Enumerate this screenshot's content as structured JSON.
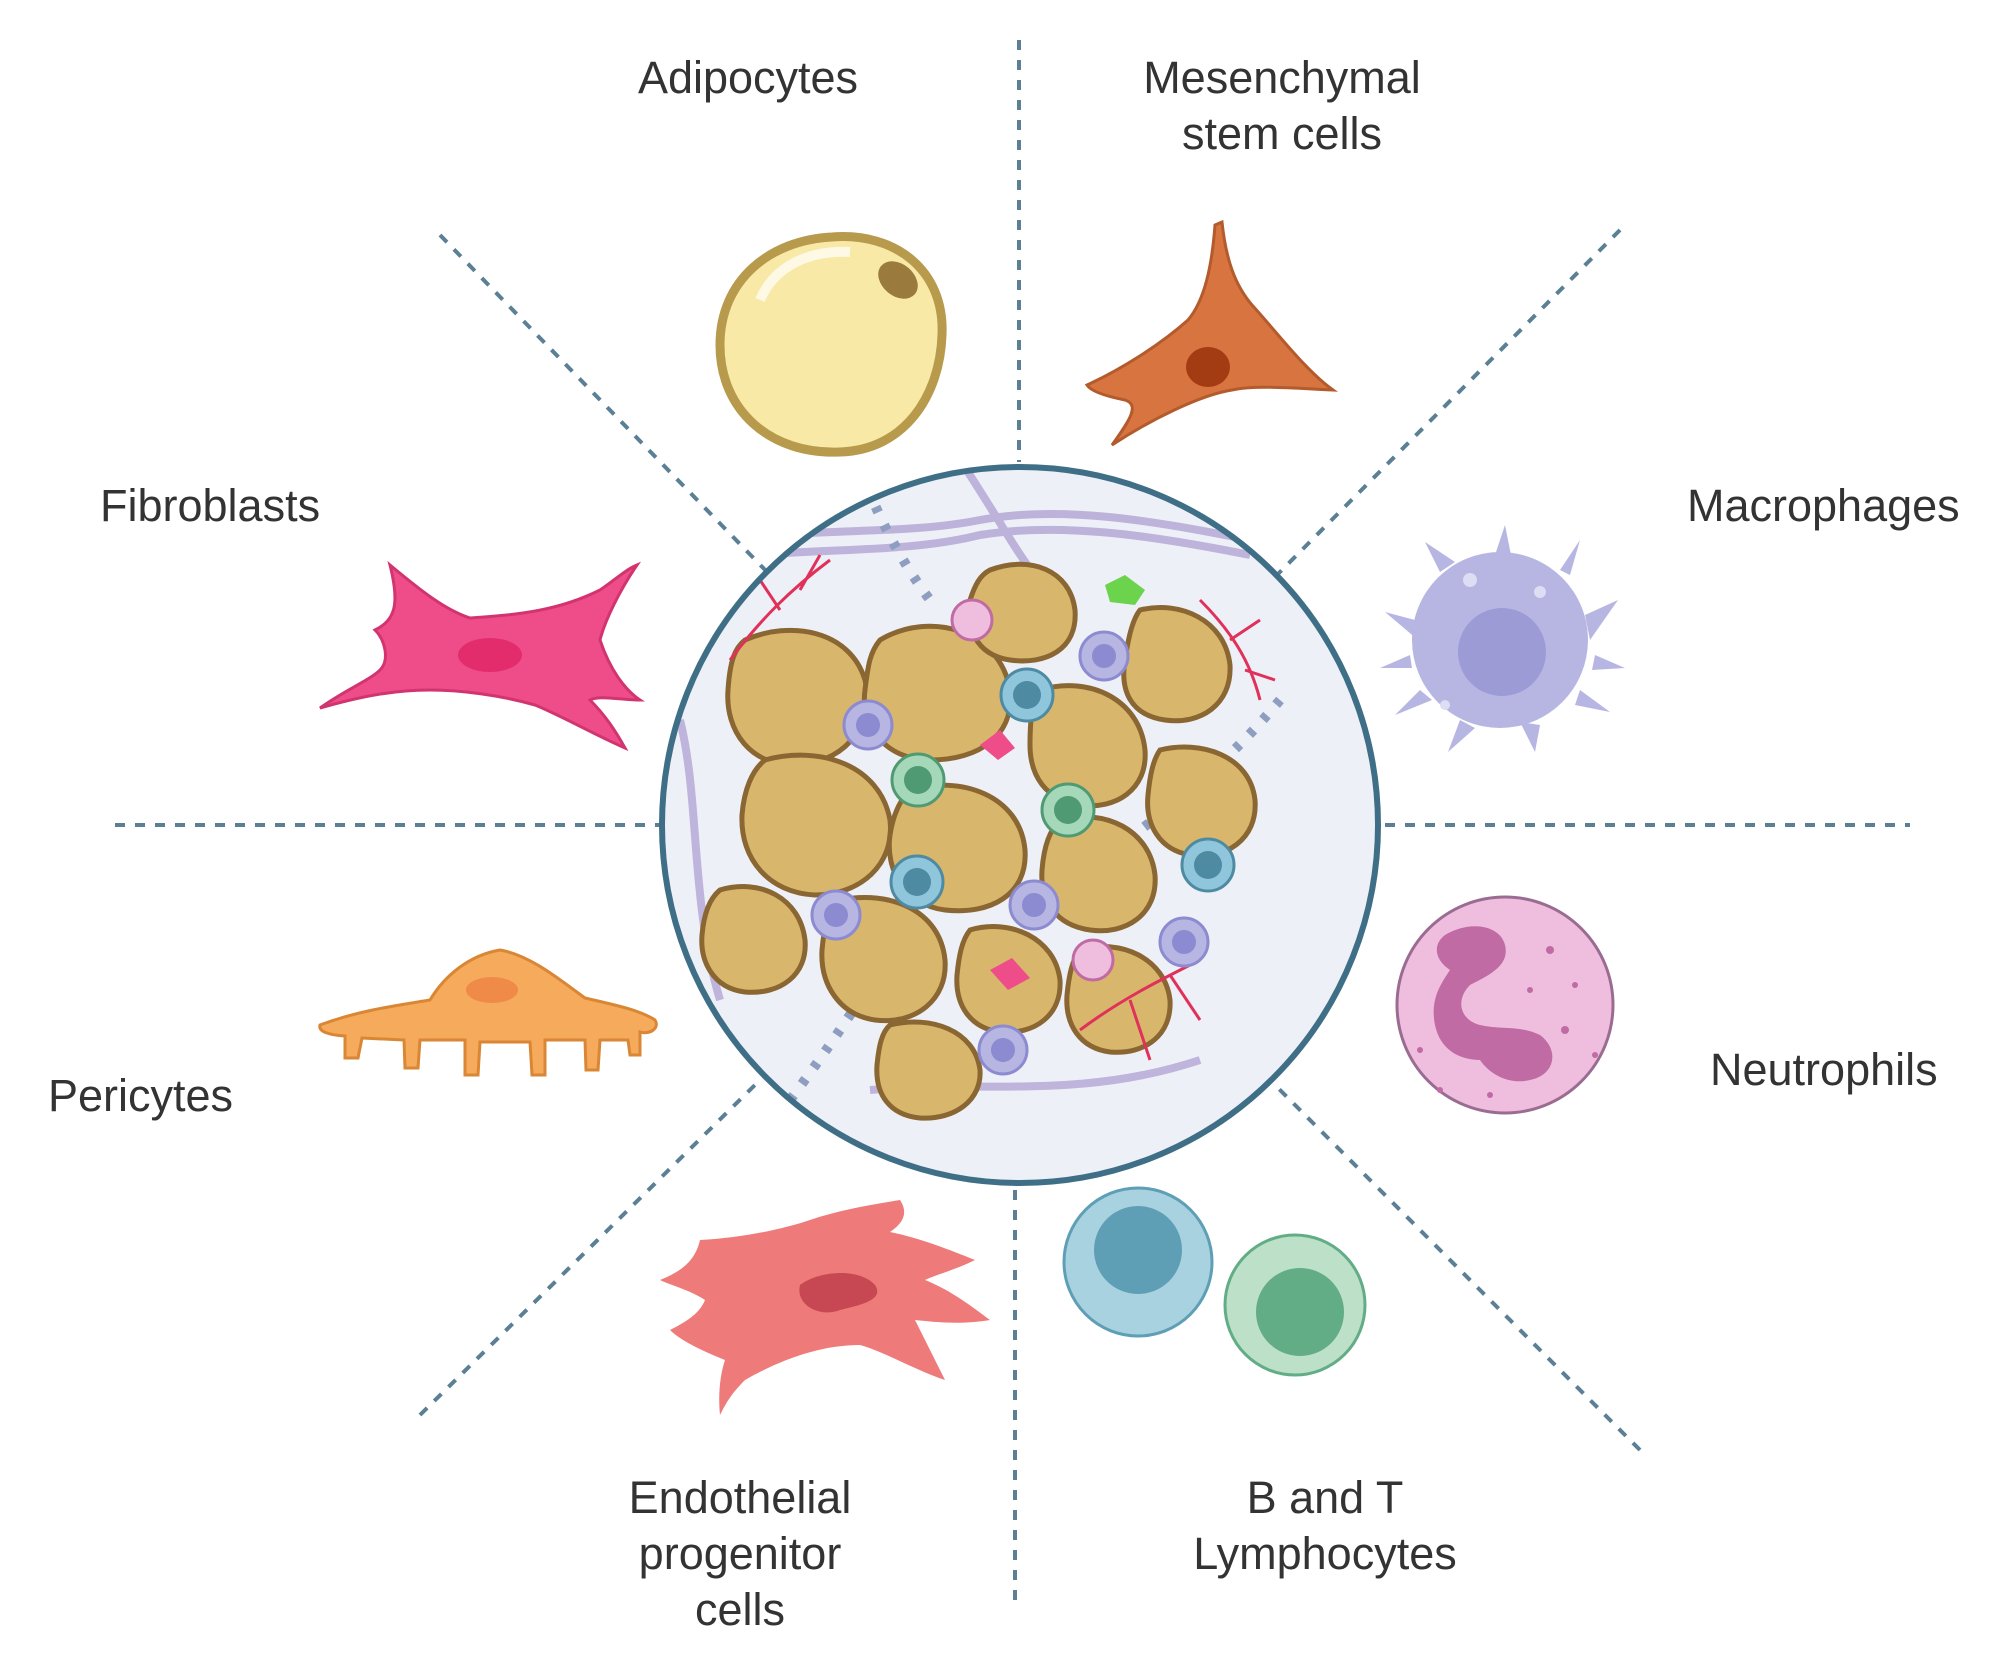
{
  "labels": {
    "adipocytes": [
      "Adipocytes"
    ],
    "mesenchymal": [
      "Mesenchymal",
      "stem cells"
    ],
    "fibroblasts": [
      "Fibroblasts"
    ],
    "macrophages": [
      "Macrophages"
    ],
    "pericytes": [
      "Pericytes"
    ],
    "neutrophils": [
      "Neutrophils"
    ],
    "endothelial": [
      "Endothelial",
      "progenitor",
      "cells"
    ],
    "lymphocytes": [
      "B and T",
      "Lymphocytes"
    ]
  },
  "colors": {
    "divider": "#5b8096",
    "circle_border": "#3f6f87",
    "circle_fill": "#eef0f7",
    "adipocyte_fill": "#f8e9a6",
    "adipocyte_border": "#b89a4c",
    "tissue_adipocyte": "#d8b66b",
    "mesenchymal": "#d8743f",
    "fibroblast": "#ef4d8a",
    "macrophage": "#b7b6e3",
    "pericyte": "#f6aa5c",
    "neutrophil": "#efbede",
    "endothelial": "#ee7a7a",
    "b_lymphocyte": "#5f9fb6",
    "t_lymphocyte": "#62ad86",
    "vessel": "#e0315a",
    "collagen": "#b2a5d4"
  }
}
